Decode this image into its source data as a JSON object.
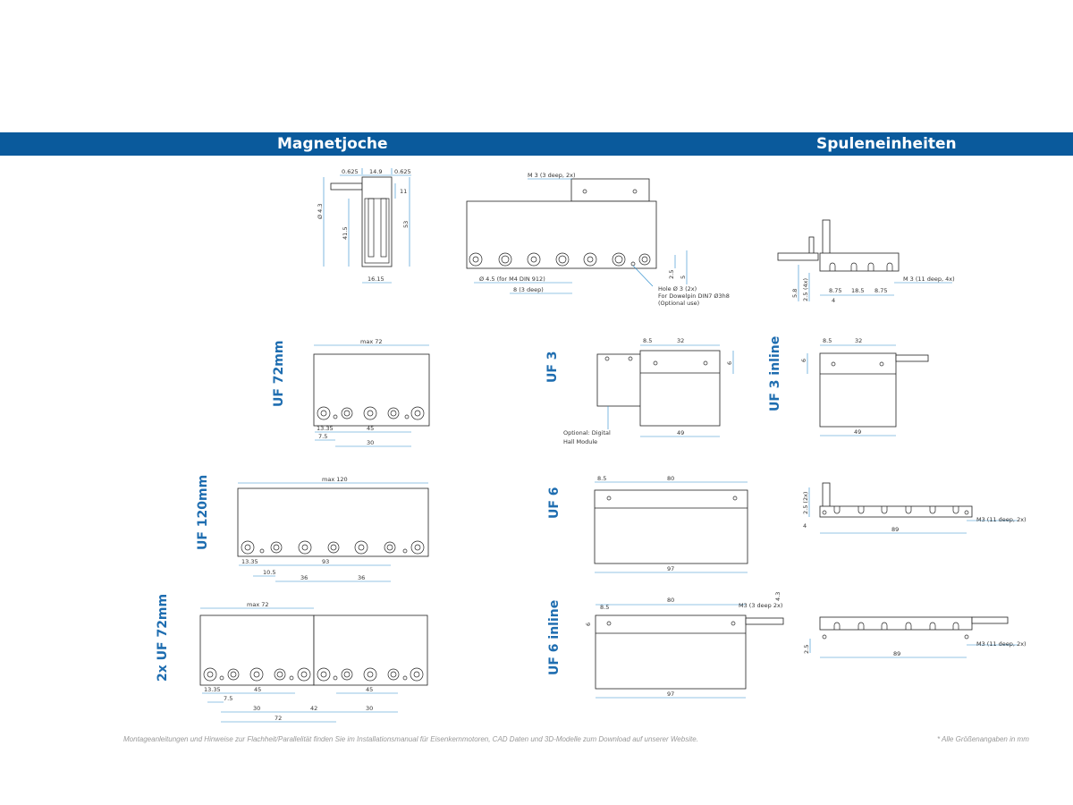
{
  "header": {
    "left_title": "Magnetjoche",
    "right_title": "Spuleneinheiten"
  },
  "labels": {
    "uf72": "UF 72mm",
    "uf120": "UF 120mm",
    "uf2x72": "2x UF 72mm",
    "uf3": "UF 3",
    "uf3inline": "UF 3 inline",
    "uf6": "UF 6",
    "uf6inline": "UF 6 inline"
  },
  "dims": {
    "d0625a": "0.625",
    "d149": "14.9",
    "d0625b": "0.625",
    "d11": "11",
    "d43": "Ø 4.3",
    "d415": "41.5",
    "d53": "53",
    "d1615": "16.15",
    "m3deep": "M 3  (3 deep, 2x)",
    "d45m4": "Ø 4.5  (for M4 DIN 912)",
    "d8deep": "8  (3 deep)",
    "hole": "Hole  Ø 3  (2x)",
    "dowel": "For Dowelpin DIN7  Ø3h8",
    "optional": "(Optional use)",
    "d25": "2.5",
    "d5": "5",
    "max72": "max 72",
    "d1335a": "13.35",
    "d75a": "7.5",
    "d45a": "45",
    "d30a": "30",
    "max120": "max 120",
    "d1335b": "13.35",
    "d105": "10.5",
    "d36a": "36",
    "d93": "93",
    "d36b": "36",
    "max72b": "max 72",
    "d1335c": "13.35",
    "d75b": "7.5",
    "d45b": "45",
    "d30b": "30",
    "d42": "42",
    "d72": "72",
    "d45c": "45",
    "d30c": "30",
    "uf3_85": "8.5",
    "uf3_32": "32",
    "uf3_6": "6",
    "uf3_49": "49",
    "digital1": "Optional: Digital",
    "digital2": "Hall Module",
    "uf3i_85": "8.5",
    "uf3i_32": "32",
    "uf3i_6": "6",
    "uf3i_49": "49",
    "uf6_85": "8.5",
    "uf6_80": "80",
    "uf6_97": "97",
    "uf6i_85": "8.5",
    "uf6i_80": "80",
    "uf6i_m3": "M3 (3 deep 2x)",
    "uf6i_43": "4.3",
    "uf6i_6": "6",
    "uf6i_97": "97",
    "sp_58": "5.8",
    "sp_25": "2.5",
    "sp_4a": "(4x)",
    "sp_4": "4",
    "sp_875a": "8.75",
    "sp_185": "18.5",
    "sp_875b": "8.75",
    "sp_m3": "M  3  (11 deep, 4x)",
    "sp6_25": "2.5  (2x)",
    "sp6_4": "4",
    "sp6_89": "89",
    "sp6_m3": "M3 (11 deep, 2x)",
    "sp6i_25": "2.5",
    "sp6i_89": "89",
    "sp6i_m3": "M3 (11 deep, 2x)"
  },
  "footer": {
    "left": "Montageanleitungen und Hinweise zur Flachheit/Parallelität finden Sie im Installationsmanual für Eisenkernmotoren, CAD Daten und 3D-Modelle zum Download auf unserer Website.",
    "right": "* Alle Größenangaben in mm"
  }
}
